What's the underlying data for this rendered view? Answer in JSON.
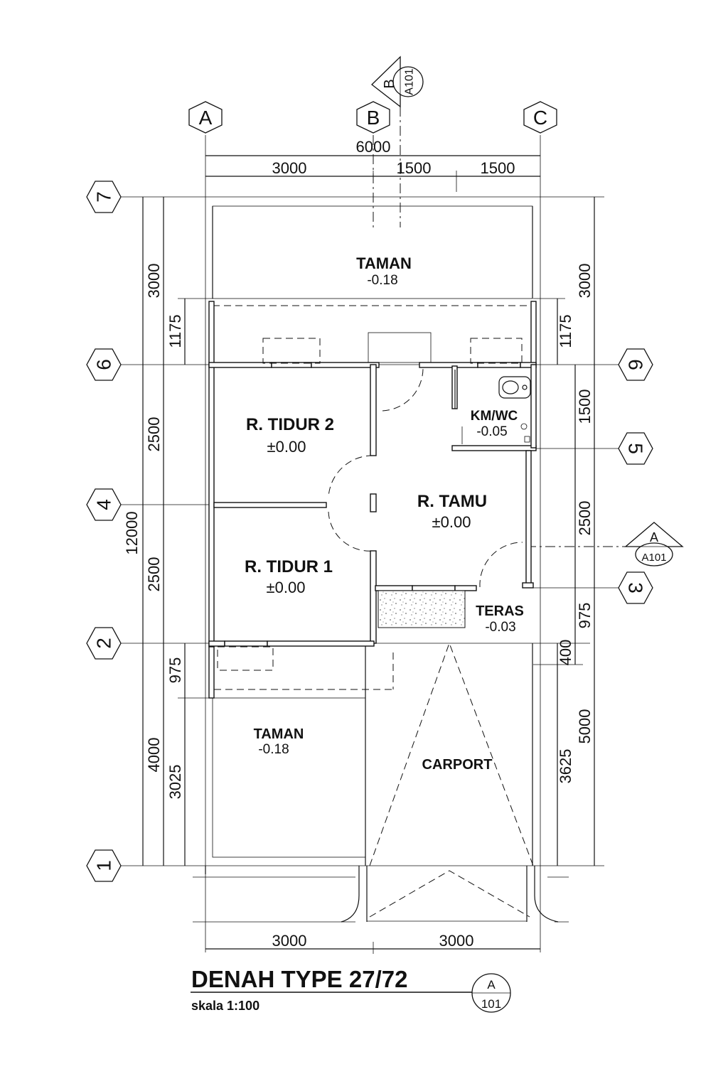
{
  "grid_columns": [
    "A",
    "B",
    "C"
  ],
  "grid_rows": [
    "7",
    "6",
    "5",
    "4",
    "3",
    "2",
    "1"
  ],
  "dimensions": {
    "top_total": "6000",
    "top_a_b": "3000",
    "top_b_mid": "1500",
    "top_mid_c": "1500",
    "bottom_left": "3000",
    "bottom_right": "3000",
    "left_total": "12000",
    "left_7_6": "3000",
    "left_6_4": "2500",
    "left_4_2": "2500",
    "left_2_1": "4000",
    "left_inner_1175": "1175",
    "left_inner_975": "975",
    "left_inner_3025": "3025",
    "right_7_6": "3000",
    "right_6_5": "1500",
    "right_5_3": "2500",
    "right_3_2": "975",
    "right_2_1": "5000",
    "right_inner_1175": "1175",
    "right_inner_400": "400",
    "right_inner_3625": "3625"
  },
  "rooms": {
    "taman_top": {
      "name": "TAMAN",
      "level": "-0.18"
    },
    "tidur2": {
      "name": "R. TIDUR 2",
      "level": "±0.00"
    },
    "kmwc": {
      "name": "KM/WC",
      "level": "-0.05"
    },
    "tamu": {
      "name": "R. TAMU",
      "level": "±0.00"
    },
    "tidur1": {
      "name": "R. TIDUR 1",
      "level": "±0.00"
    },
    "teras": {
      "name": "TERAS",
      "level": "-0.03"
    },
    "taman_bottom": {
      "name": "TAMAN",
      "level": "-0.18"
    },
    "carport": {
      "name": "CARPORT"
    }
  },
  "section_markers": {
    "b": {
      "letter": "B",
      "sheet": "A101"
    },
    "a": {
      "letter": "A",
      "sheet": "A101"
    }
  },
  "title": {
    "main": "DENAH TYPE 27/72",
    "scale": "skala  1:100",
    "ref_letter": "A",
    "ref_sheet": "101"
  }
}
